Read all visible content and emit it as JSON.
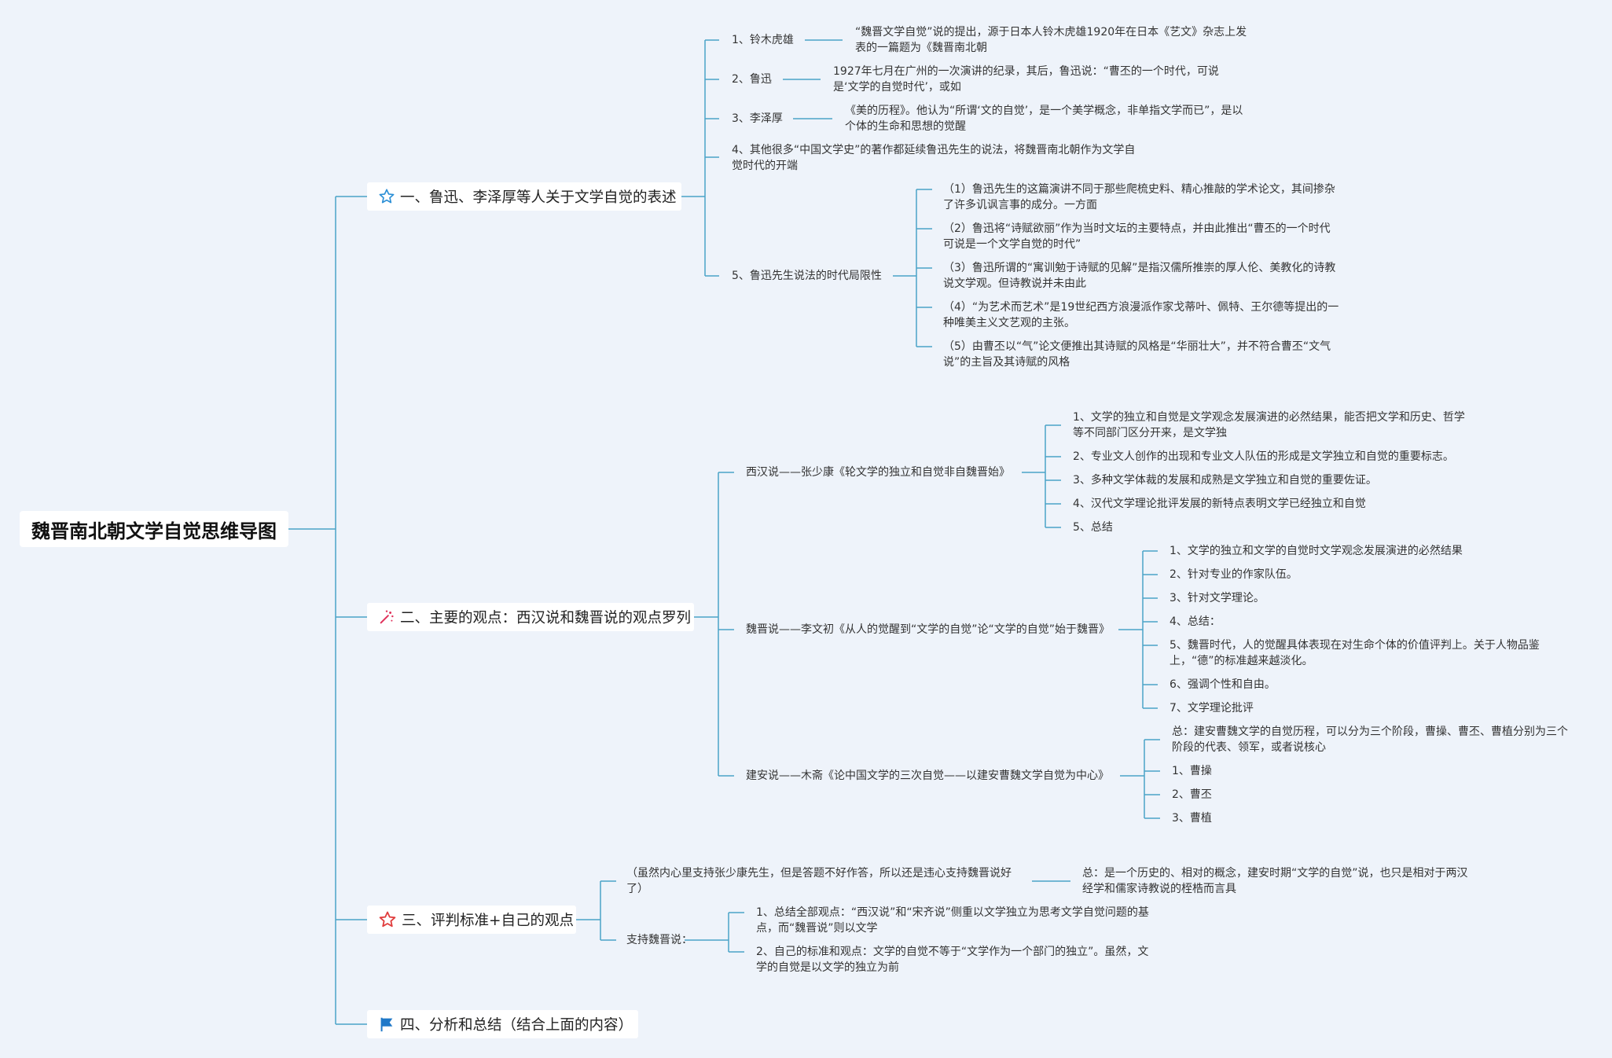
{
  "title": "魏晋南北朝文学自觉思维导图",
  "colors": {
    "line": "#4aa3c8",
    "background": "#eef3fa"
  },
  "branches": {
    "b1": {
      "label": "一、鲁迅、李泽厚等人关于文学自觉的表述",
      "icon": "star-outline-icon",
      "items": [
        {
          "label": "1、铃木虎雄",
          "detail": "“魏晋文学自觉”说的提出，源于日本人铃木虎雄1920年在日本《艺文》杂志上发表的一篇题为《魏晋南北朝"
        },
        {
          "label": "2、鲁迅",
          "detail": "1927年七月在广州的一次演讲的纪录，其后，鲁迅说：“曹丕的一个时代，可说是‘文学的自觉时代’，或如"
        },
        {
          "label": "3、李泽厚",
          "detail": "《美的历程》。他认为“所谓‘文的自觉’，是一个美学概念，非单指文学而已”，是以个体的生命和思想的觉醒"
        },
        {
          "label": "4、其他很多“中国文学史”的著作都延续鲁迅先生的说法，将魏晋南北朝作为文学自觉时代的开端"
        },
        {
          "label": "5、鲁迅先生说法的时代局限性",
          "children": [
            "（1）鲁迅先生的这篇演讲不同于那些爬梳史料、精心推敲的学术论文，其间掺杂了许多讥讽言事的成分。一方面",
            "（2）鲁迅将“诗赋欲丽”作为当时文坛的主要特点，并由此推出“曹丕的一个时代可说是一个文学自觉的时代”",
            "（3）鲁迅所谓的“寓训勉于诗赋的见解”是指汉儒所推崇的厚人伦、美教化的诗教说文学观。但诗教说并未由此",
            "（4）“为艺术而艺术”是19世纪西方浪漫派作家戈蒂叶、佩特、王尔德等提出的一种唯美主义文艺观的主张。",
            "（5）由曹丕以“气”论文便推出其诗赋的风格是“华丽壮大”，并不符合曹丕“文气说”的主旨及其诗赋的风格"
          ]
        }
      ]
    },
    "b2": {
      "label": "二、主要的观点：西汉说和魏晋说的观点罗列",
      "icon": "sparkle-icon",
      "groups": [
        {
          "label": "西汉说——张少康《轮文学的独立和自觉非自魏晋始》",
          "children": [
            "1、文学的独立和自觉是文学观念发展演进的必然结果，能否把文学和历史、哲学等不同部门区分开来，是文学独",
            "2、专业文人创作的出现和专业文人队伍的形成是文学独立和自觉的重要标志。",
            "3、多种文学体裁的发展和成熟是文学独立和自觉的重要佐证。",
            "4、汉代文学理论批评发展的新特点表明文学已经独立和自觉",
            "5、总结"
          ]
        },
        {
          "label": "魏晋说——李文初《从人的觉醒到“文学的自觉”论“文学的自觉”始于魏晋》",
          "children": [
            "1、文学的独立和文学的自觉时文学观念发展演进的必然结果",
            "2、针对专业的作家队伍。",
            "3、针对文学理论。",
            "4、总结：",
            "5、魏晋时代，人的觉醒具体表现在对生命个体的价值评判上。关于人物品鉴上，“德”的标准越来越淡化。",
            "6、强调个性和自由。",
            "7、文学理论批评"
          ]
        },
        {
          "label": "建安说——木斋《论中国文学的三次自觉——以建安曹魏文学自觉为中心》",
          "children": [
            "总：建安曹魏文学的自觉历程，可以分为三个阶段，曹操、曹丕、曹植分别为三个阶段的代表、领军，或者说核心",
            "1、曹操",
            "2、曹丕",
            "3、曹植"
          ]
        }
      ]
    },
    "b3": {
      "label": "三、评判标准+自己的观点",
      "icon": "star-outline-red-icon",
      "items": [
        {
          "label": "（虽然内心里支持张少康先生，但是答题不好作答，所以还是违心支持魏晋说好了）",
          "detail": "总：是一个历史的、相对的概念，建安时期“文学的自觉”说，也只是相对于两汉经学和儒家诗教说的桎梏而言具"
        },
        {
          "label": "支持魏晋说：",
          "children": [
            "1、总结全部观点：“西汉说”和“宋齐说”侧重以文学独立为思考文学自觉问题的基点，而“魏晋说”则以文学",
            "2、自己的标准和观点：文学的自觉不等于“文学作为一个部门的独立”。虽然，文学的自觉是以文学的独立为前"
          ]
        }
      ]
    },
    "b4": {
      "label": "四、分析和总结（结合上面的内容）",
      "icon": "flag-icon"
    }
  }
}
